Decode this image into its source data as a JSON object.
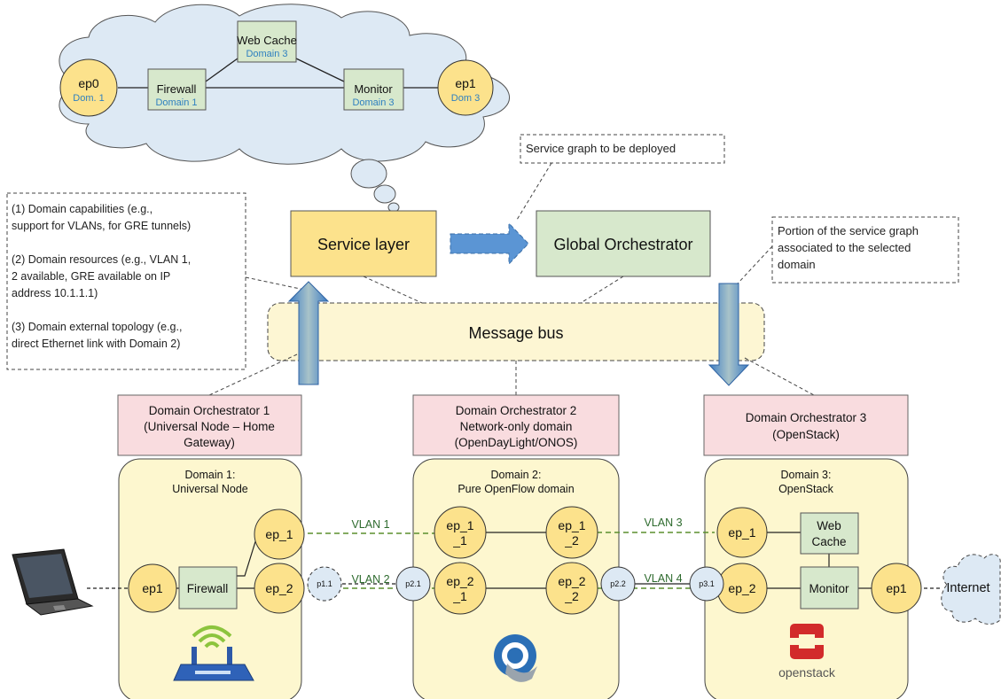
{
  "service_graph": {
    "ep0": {
      "name": "ep0",
      "domain": "Dom. 1"
    },
    "firewall": {
      "name": "Firewall",
      "domain": "Domain 1"
    },
    "webcache": {
      "name": "Web Cache",
      "domain": "Domain 3"
    },
    "monitor": {
      "name": "Monitor",
      "domain": "Domain 3"
    },
    "ep1": {
      "name": "ep1",
      "domain": "Dom 3"
    }
  },
  "callouts": {
    "service_graph": "Service graph to be deployed",
    "portion": [
      "Portion of the service graph",
      "associated to the selected",
      "domain"
    ],
    "capabilities": [
      "(1) Domain capabilities (e.g.,",
      "support for VLANs, for GRE tunnels)",
      "",
      "(2) Domain resources (e.g., VLAN 1,",
      "2 available, GRE available on IP",
      "address 10.1.1.1)",
      "",
      "(3) Domain external topology (e.g.,",
      "direct Ethernet link with Domain 2)"
    ]
  },
  "layers": {
    "service_layer": "Service layer",
    "global_orchestrator": "Global Orchestrator",
    "message_bus": "Message bus"
  },
  "orchestrators": [
    {
      "lines": [
        "Domain Orchestrator 1",
        "(Universal Node – Home",
        "Gateway)"
      ]
    },
    {
      "lines": [
        "Domain Orchestrator 2",
        "Network-only domain",
        "(OpenDayLight/ONOS)"
      ]
    },
    {
      "lines": [
        "Domain Orchestrator 3",
        "(OpenStack)"
      ]
    }
  ],
  "domains": [
    {
      "lines": [
        "Domain 1:",
        "Universal Node"
      ]
    },
    {
      "lines": [
        "Domain 2:",
        "Pure OpenFlow domain"
      ]
    },
    {
      "lines": [
        "Domain 3:",
        "OpenStack"
      ]
    }
  ],
  "d1": {
    "ep_1": "ep_1",
    "ep_2": "ep_2",
    "ep1": "ep1",
    "firewall": "Firewall"
  },
  "d2": {
    "ep_1_1": [
      "ep_1",
      "_1"
    ],
    "ep_1_2": [
      "ep_1",
      "_2"
    ],
    "ep_2_1": [
      "ep_2",
      "_1"
    ],
    "ep_2_2": [
      "ep_2",
      "_2"
    ]
  },
  "d3": {
    "ep_1": "ep_1",
    "ep_2": "ep_2",
    "ep1": "ep1",
    "webcache": [
      "Web",
      "Cache"
    ],
    "monitor": "Monitor"
  },
  "ports": {
    "p11": "p1.1",
    "p21": "p2.1",
    "p22": "p2.2",
    "p31": "p3.1"
  },
  "vlans": {
    "v1": "VLAN 1",
    "v2": "VLAN 2",
    "v3": "VLAN 3",
    "v4": "VLAN 4"
  },
  "internet": "Internet",
  "logos": {
    "openstack": "openstack"
  },
  "colors": {
    "yellow_node": "#fce28c",
    "green_box": "#d7e8cc",
    "pink_box": "#f9dcdf",
    "domain_fill": "#fdf7cf",
    "bus_fill": "#fdf6d3",
    "light_blue": "#dde9f4",
    "arrow_blue": "#4a86c8",
    "vlan_green": "#5b8f2e"
  }
}
